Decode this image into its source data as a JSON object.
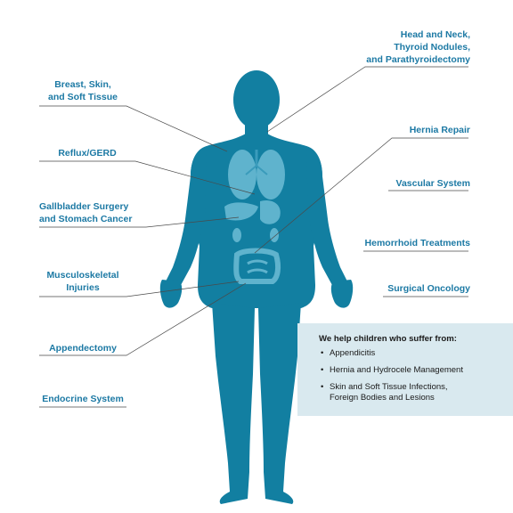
{
  "labels": {
    "breast": {
      "lines": [
        "Breast, Skin,",
        "and Soft Tissue"
      ]
    },
    "reflux": {
      "lines": [
        "Reflux/GERD"
      ]
    },
    "gallbladder": {
      "lines": [
        "Gallbladder Surgery",
        "and Stomach Cancer"
      ]
    },
    "musculo": {
      "lines": [
        "Musculoskeletal",
        "Injuries"
      ]
    },
    "appendectomy": {
      "lines": [
        "Appendectomy"
      ]
    },
    "endocrine": {
      "lines": [
        "Endocrine System"
      ]
    },
    "head": {
      "lines": [
        "Head and Neck,",
        "Thyroid Nodules,",
        "and Parathyroidectomy"
      ]
    },
    "hernia": {
      "lines": [
        "Hernia Repair"
      ]
    },
    "vascular": {
      "lines": [
        "Vascular System"
      ]
    },
    "hemorrhoid": {
      "lines": [
        "Hemorrhoid Treatments"
      ]
    },
    "oncology": {
      "lines": [
        "Surgical Oncology"
      ]
    }
  },
  "info_box": {
    "title": "We help children who suffer from:",
    "bullet": "•",
    "items": [
      {
        "lines": [
          "Appendicitis"
        ]
      },
      {
        "lines": [
          "Hernia and Hydrocele Management"
        ]
      },
      {
        "lines": [
          "Skin and Soft Tissue Infections,",
          "Foreign Bodies and Lesions"
        ]
      }
    ]
  },
  "colors": {
    "body": "#127fa1",
    "organ": "#5fb3cd",
    "organ_dark": "#3a9bbb",
    "label_text": "#1c79a4",
    "leader_line": "#4a4a4a",
    "info_bg": "#d9e9ef"
  }
}
